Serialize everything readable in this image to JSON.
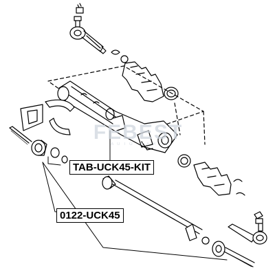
{
  "diagram": {
    "callouts": {
      "rack_boot_kit": "TAB-UCK45-KIT",
      "rack_bushing": "0122-UCK45"
    },
    "watermark": {
      "brand": "FEBEST",
      "tagline": "AUTO PARTS"
    },
    "colors": {
      "line": "#000000",
      "background": "#ffffff",
      "watermark": "#cfd6de"
    }
  }
}
